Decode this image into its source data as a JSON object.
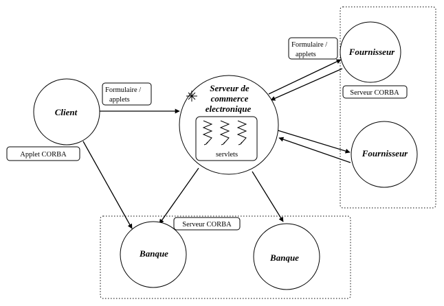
{
  "nodes": {
    "client": "Client",
    "server": [
      "Serveur de",
      "commerce",
      "electronique"
    ],
    "servlets": "servlets",
    "supplier_1": "Fournisseur",
    "supplier_2": "Fournisseur",
    "bank_1": "Banque",
    "bank_2": "Banque"
  },
  "labels": {
    "client_form": [
      "Formulaire /",
      "applets"
    ],
    "supplier_form": [
      "Formulaire /",
      "applets"
    ],
    "applet_corba": "Applet CORBA",
    "supplier_corba": "Serveur CORBA",
    "bank_corba": "Serveur CORBA"
  }
}
